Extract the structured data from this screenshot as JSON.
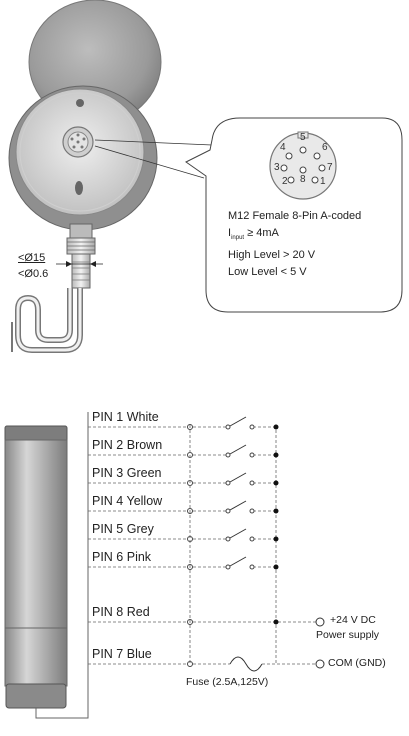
{
  "connector": {
    "title": "M12 Female 8-Pin A-coded",
    "input_prefix": "I",
    "input_sub": "input",
    "input_value": " ≥ 4mA",
    "high_level": "High Level > 20 V",
    "low_level": "Low Level < 5 V",
    "pin_numbers": [
      "5",
      "4",
      "6",
      "3",
      "7",
      "2",
      "8",
      "1"
    ]
  },
  "cable_dims": {
    "outer": "<Ø15",
    "inner": "<Ø0.6"
  },
  "wiring": {
    "pins": [
      {
        "label": "PIN 1 White"
      },
      {
        "label": "PIN 2 Brown"
      },
      {
        "label": "PIN 3 Green"
      },
      {
        "label": "PIN 4 Yellow"
      },
      {
        "label": "PIN 5 Grey"
      },
      {
        "label": "PIN 6 Pink"
      },
      {
        "label": "PIN 8 Red"
      },
      {
        "label": "PIN 7 Blue"
      }
    ],
    "power_voltage": "+24 V DC",
    "power_supply": "Power supply",
    "com": "COM (GND)",
    "fuse": "Fuse (2.5A,125V)"
  }
}
